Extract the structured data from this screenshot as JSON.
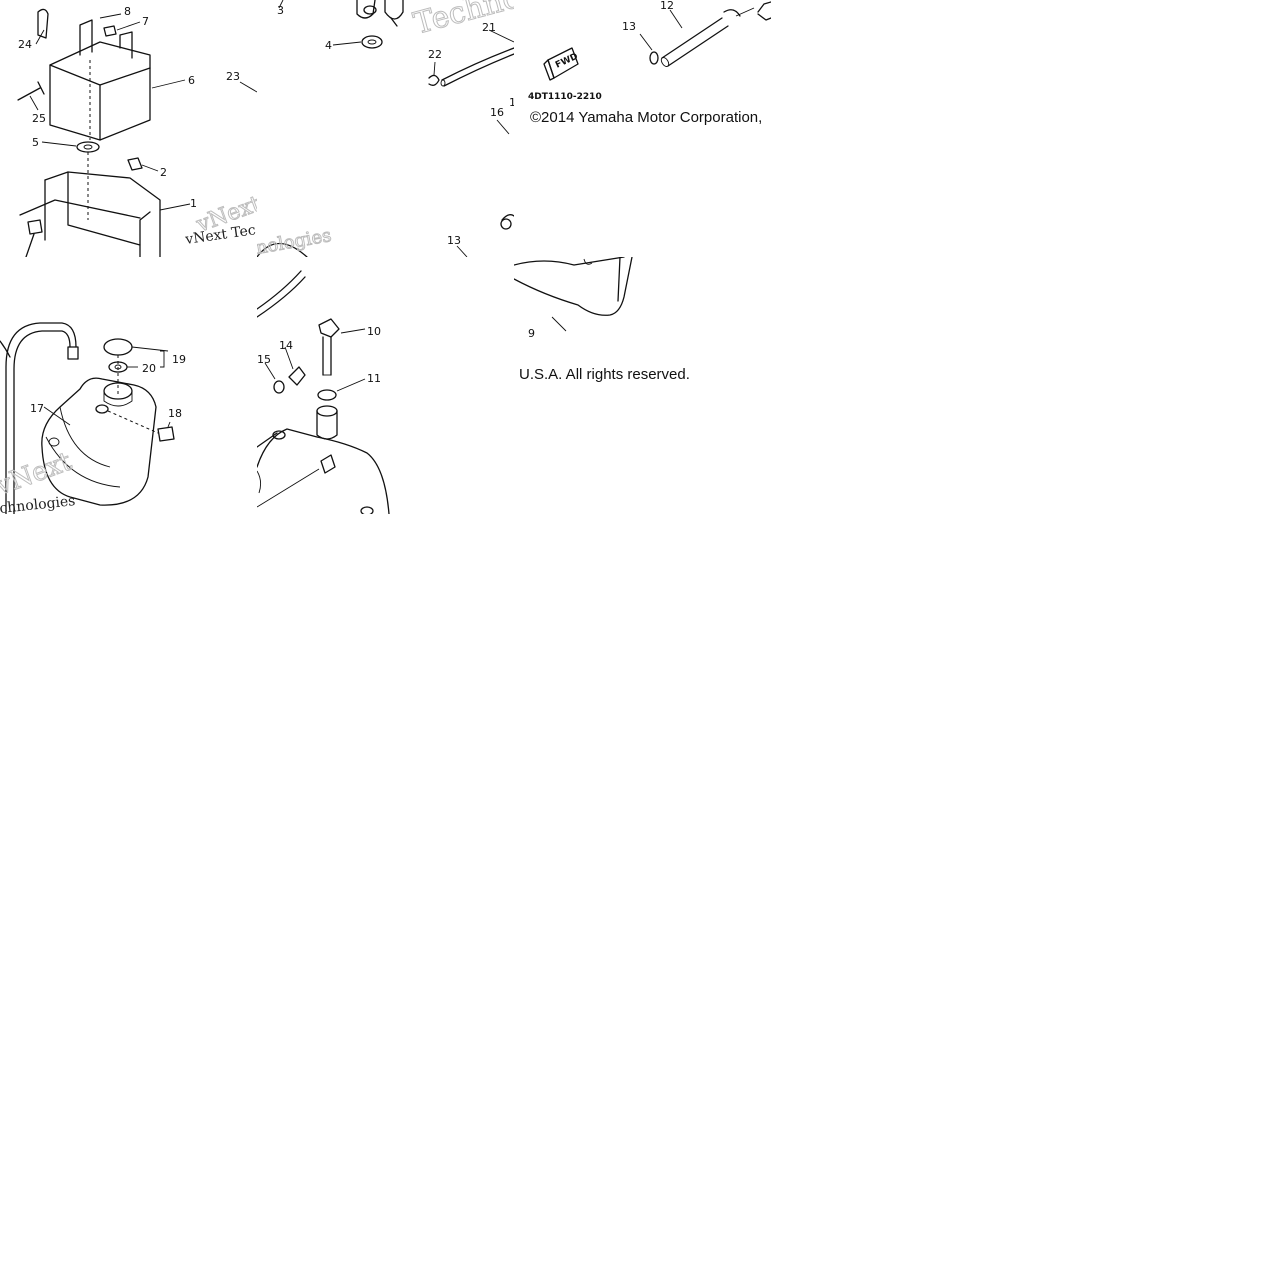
{
  "callouts": {
    "a": [
      "8",
      "7",
      "24",
      "6",
      "25",
      "5",
      "2",
      "1"
    ],
    "a2": [
      "23"
    ],
    "b": [
      "3",
      "4",
      "22",
      "21",
      "13"
    ],
    "b2": [
      "16",
      "1"
    ],
    "c": [
      "12",
      "13"
    ],
    "d": [
      "19",
      "20",
      "17",
      "18"
    ],
    "e": [
      "10",
      "14",
      "15",
      "11"
    ],
    "f": [
      "9"
    ]
  },
  "watermark": {
    "brand_short": "Techno",
    "brand_line1": "vNext Tec",
    "brand_line2": "vNext",
    "brand_line3": "chnologies",
    "brand_line4": "nologies"
  },
  "fwd_label": "FWD",
  "diagram_code": "4DT1110-2210",
  "copyright_line1": "©2014 Yamaha Motor Corporation,",
  "copyright_line2": "U.S.A. All rights reserved."
}
